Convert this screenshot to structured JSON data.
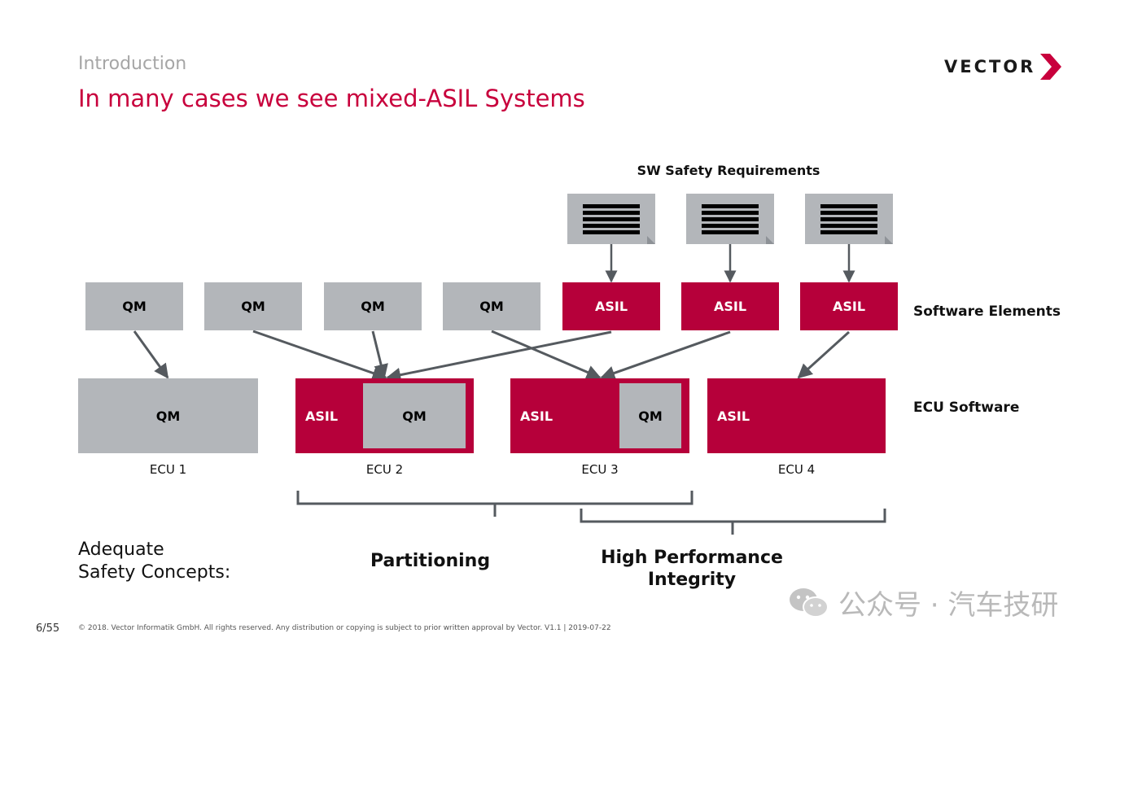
{
  "header": {
    "section": "Introduction",
    "title": "In many cases we see mixed-ASIL Systems",
    "logo_text": "VECTOR",
    "brand_color": "#c8003c"
  },
  "requirements": {
    "title": "SW Safety Requirements",
    "icon": "document-icon"
  },
  "software_elements": {
    "label": "Software Elements",
    "items": [
      {
        "label": "QM",
        "kind": "qm"
      },
      {
        "label": "QM",
        "kind": "qm"
      },
      {
        "label": "QM",
        "kind": "qm"
      },
      {
        "label": "QM",
        "kind": "qm"
      },
      {
        "label": "ASIL",
        "kind": "asil"
      },
      {
        "label": "ASIL",
        "kind": "asil"
      },
      {
        "label": "ASIL",
        "kind": "asil"
      }
    ]
  },
  "ecu_software": {
    "label": "ECU Software",
    "ecus": [
      {
        "name": "ECU 1",
        "parts": [
          "QM"
        ]
      },
      {
        "name": "ECU 2",
        "parts": [
          "ASIL",
          "QM"
        ]
      },
      {
        "name": "ECU 3",
        "parts": [
          "ASIL",
          "QM"
        ]
      },
      {
        "name": "ECU 4",
        "parts": [
          "ASIL"
        ]
      }
    ]
  },
  "concepts": {
    "label_line1": "Adequate",
    "label_line2": "Safety Concepts:",
    "partitioning": "Partitioning",
    "hpi_line1": "High Performance",
    "hpi_line2": "Integrity"
  },
  "colors": {
    "asil": "#b6003a",
    "qm": "#b3b6ba",
    "arrow": "#555a5f"
  },
  "watermark": "公众号 · 汽车技研",
  "footer": {
    "page": "6/55",
    "copyright": "© 2018. Vector Informatik GmbH. All rights reserved. Any distribution or copying is subject to prior written approval by Vector. V1.1 | 2019-07-22"
  }
}
